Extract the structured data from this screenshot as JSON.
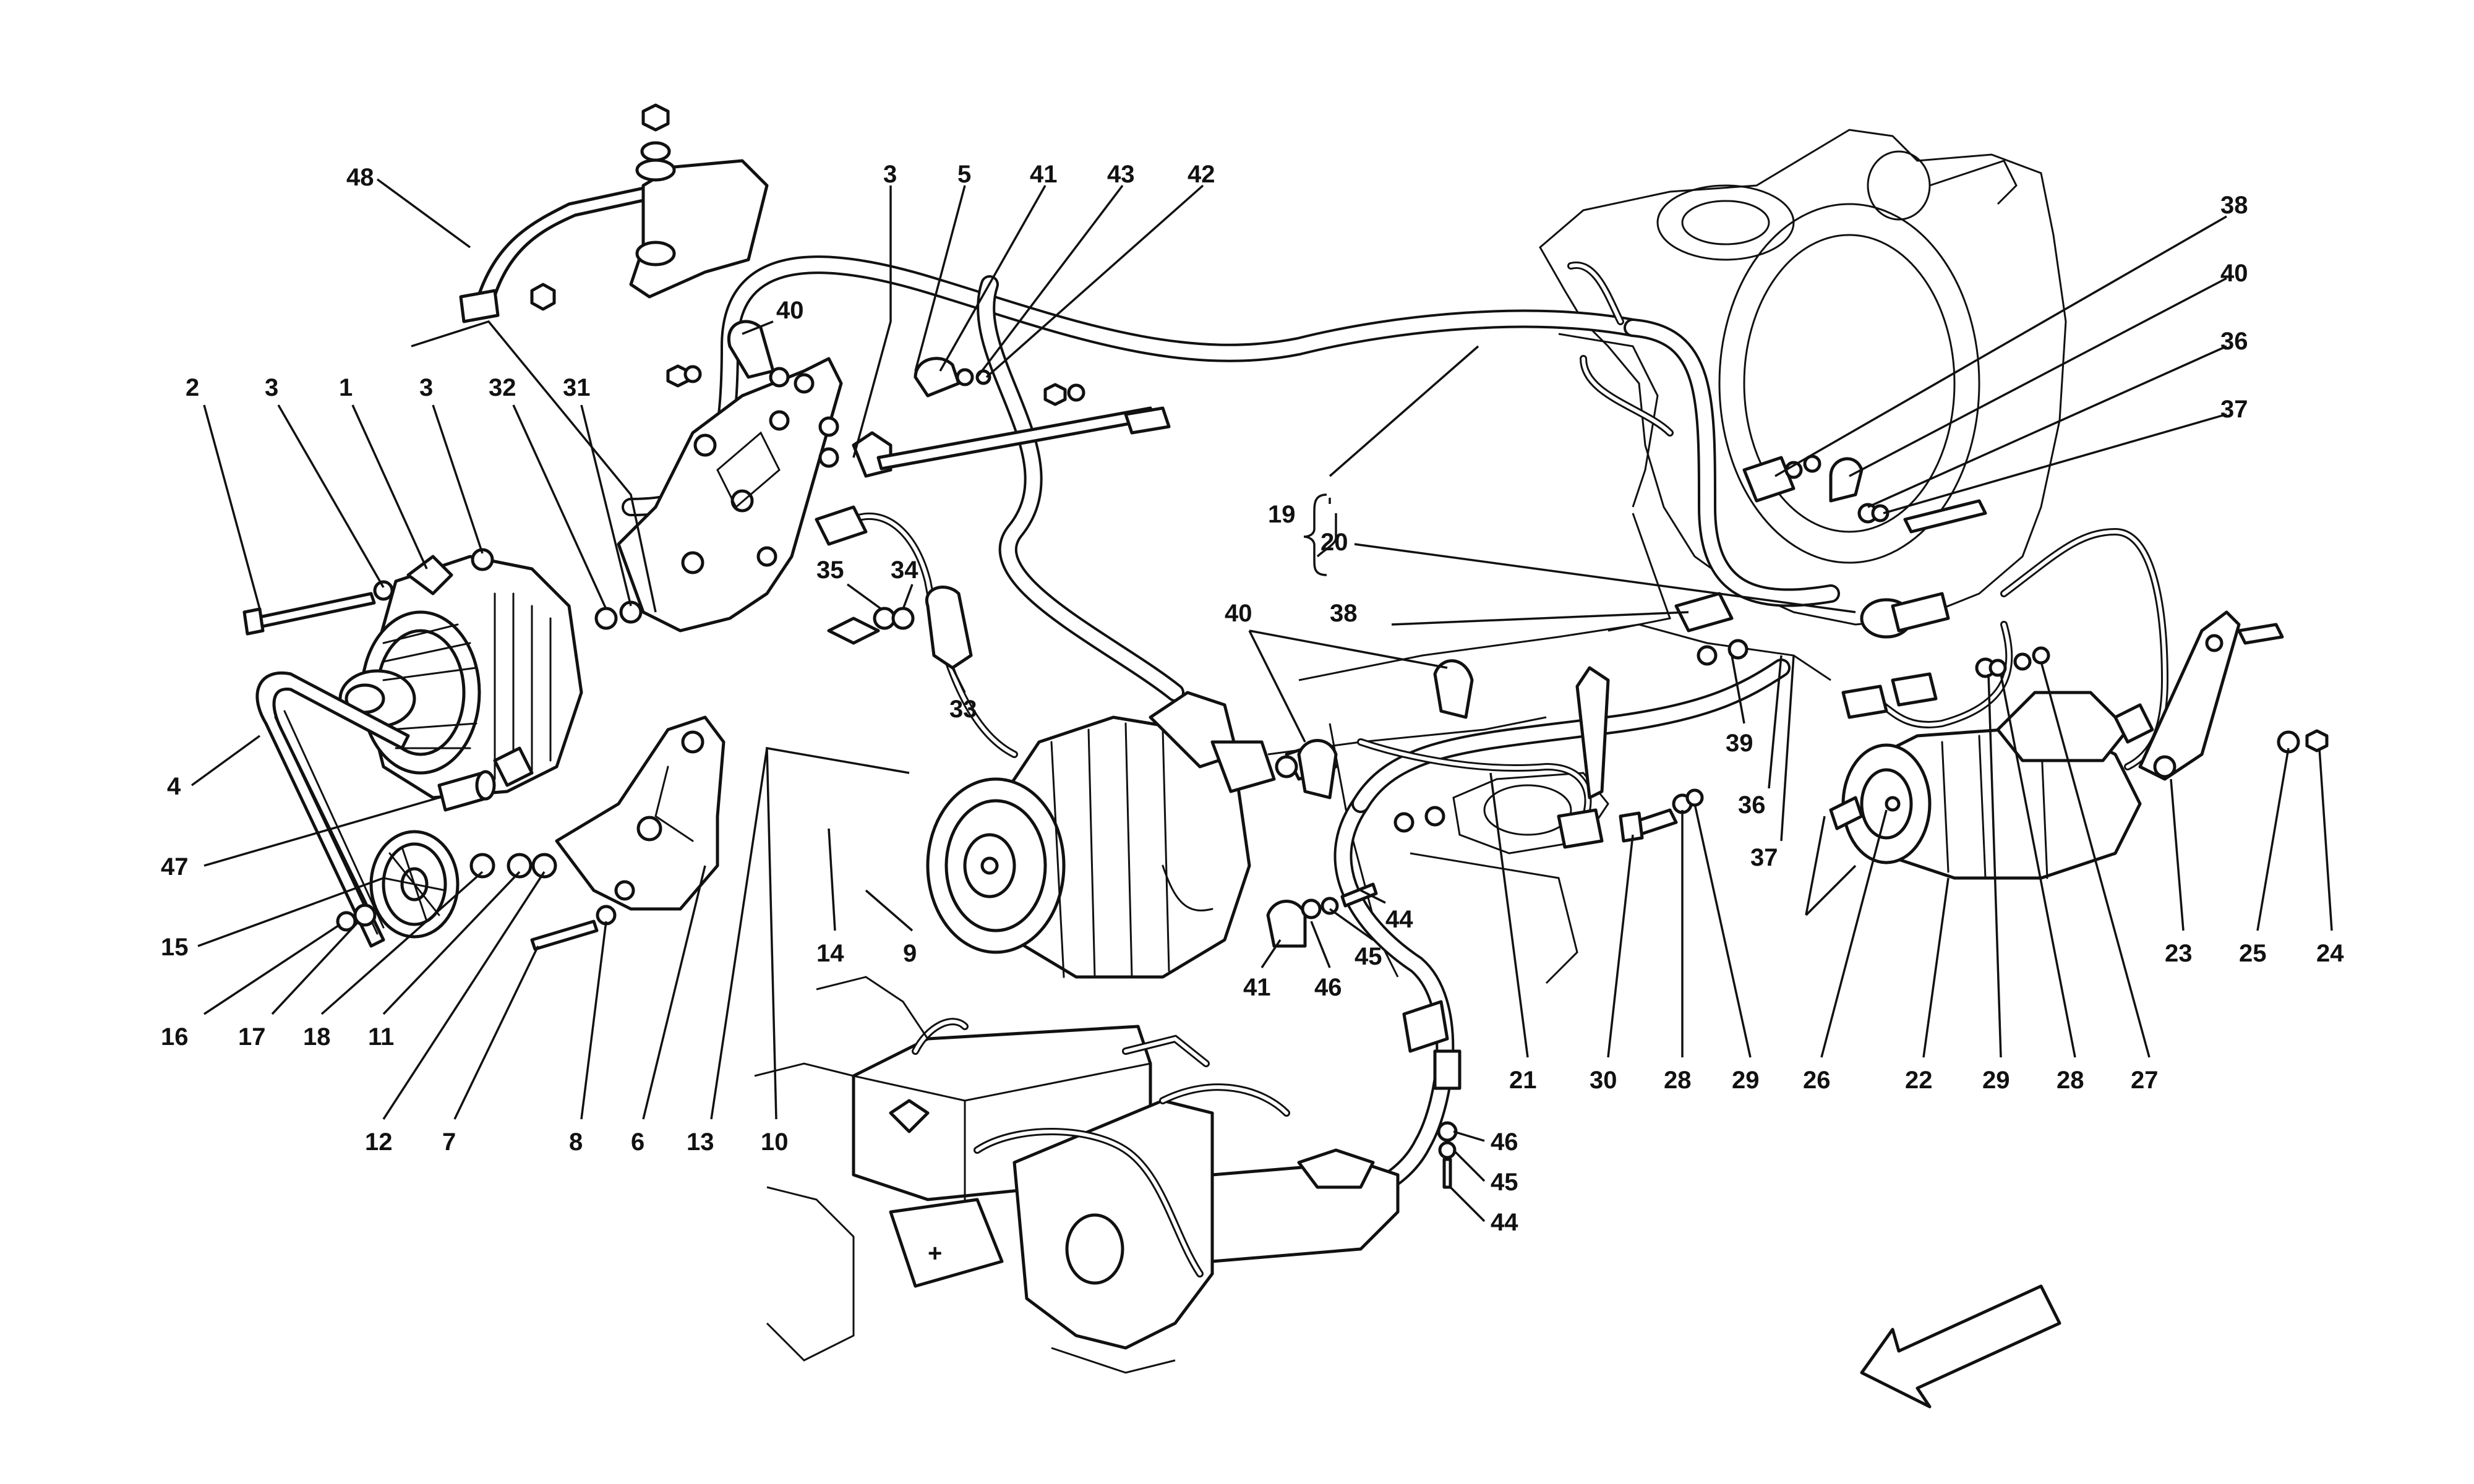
{
  "labels": [
    "48",
    "3",
    "5",
    "41",
    "43",
    "42",
    "38",
    "40",
    "36",
    "37",
    "2",
    "3",
    "1",
    "3",
    "32",
    "31",
    "40",
    "35",
    "34",
    "33",
    "19",
    "20",
    "40",
    "38",
    "39",
    "36",
    "37",
    "4",
    "47",
    "15",
    "16",
    "17",
    "18",
    "11",
    "12",
    "7",
    "8",
    "6",
    "13",
    "10",
    "14",
    "9",
    "41",
    "46",
    "45",
    "44",
    "21",
    "30",
    "28",
    "29",
    "26",
    "22",
    "29",
    "28",
    "27",
    "23",
    "25",
    "24",
    "46",
    "45",
    "44"
  ],
  "icons": {
    "alternator": "alternator-icon",
    "compressor": "ac-compressor-icon",
    "starter": "starter-motor-icon",
    "battery": "battery-icon",
    "arrow": "direction-arrow-icon"
  },
  "colors": {
    "ink": "#111111",
    "paper": "#ffffff"
  }
}
